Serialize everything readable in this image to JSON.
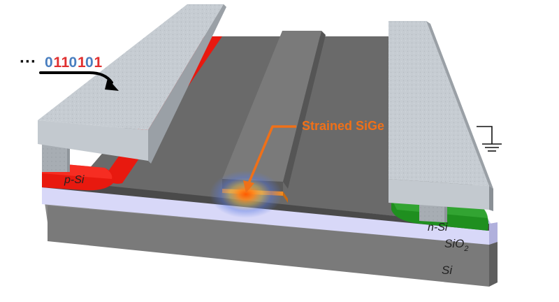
{
  "bitstream": {
    "prefix": "···",
    "digits": [
      {
        "char": "0",
        "color": "#4a7fc0"
      },
      {
        "char": "1",
        "color": "#e03030"
      },
      {
        "char": "1",
        "color": "#e03030"
      },
      {
        "char": "0",
        "color": "#4a7fc0"
      },
      {
        "char": "1",
        "color": "#e03030"
      },
      {
        "char": "0",
        "color": "#4a7fc0"
      },
      {
        "char": "1",
        "color": "#e03030"
      }
    ]
  },
  "labels": {
    "strained": "Strained SiGe",
    "p_si": "p-Si",
    "n_si": "n-Si",
    "sio2_main": "SiO",
    "sio2_sub": "2",
    "si": "Si"
  },
  "colors": {
    "p_region": "#e8190f",
    "n_region": "#1f8f1f",
    "sio2": "#d8d8f8",
    "si_substrate": "#7a7a7a",
    "gray_top": "#666666",
    "electrode": "#c9cfd4",
    "strain_label": "#f07018",
    "glow_core": "#ff6a10",
    "glow_outer": "#4a70d8"
  },
  "icons": [
    "arrow-icon",
    "ground-icon"
  ]
}
